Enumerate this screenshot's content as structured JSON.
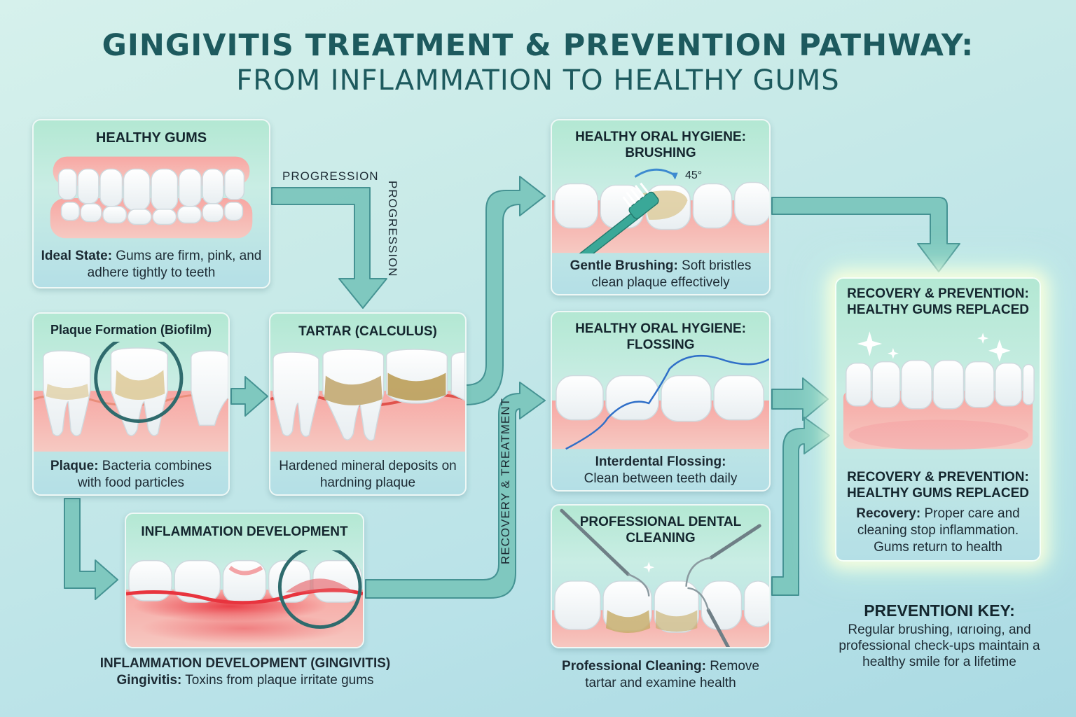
{
  "title": {
    "line1": "GINGIVITIS TREATMENT & PREVENTION PATHWAY:",
    "line2": "FROM INFLAMMATION TO HEALTHY GUMS"
  },
  "colors": {
    "arrow": "#63b5b0",
    "arrow_outline": "#3f8f8f",
    "gum": "#f08c8c",
    "tooth": "#ffffff",
    "plaque": "#d9c38a",
    "inflamed": "#e8343e",
    "title": "#1d5a5e"
  },
  "arrow_labels": {
    "progression_horizontal": "PROGRESSION",
    "progression_vertical": "PROGRESSION",
    "recovery_treatment": "RECOVERY & TREATMENT"
  },
  "cards": {
    "healthy_gums": {
      "title": "HEALTHY GUMS",
      "text_bold": "Ideal State:",
      "text_rest": " Gums are firm, pink, and adhere tightly to teeth"
    },
    "plaque": {
      "title": "Plaque Formation (Biofilm)",
      "text_bold": "Plaque:",
      "text_rest": " Bacteria combines with food particles"
    },
    "tartar": {
      "title": "TARTAR (CALCULUS)",
      "text": "Hardened mineral deposits on hardning plaque"
    },
    "inflammation": {
      "title": "INFLAMMATION DEVELOPMENT",
      "caption_title": "INFLAMMATION DEVELOPMENT (GINGIVITIS)",
      "caption_bold": "Gingivitis:",
      "caption_rest": " Toxins from plaque irritate gums"
    },
    "brushing": {
      "title": "HEALTHY ORAL HYGIENE: BRUSHING",
      "angle": "45°",
      "text_bold": "Gentle Brushing:",
      "text_rest": " Soft bristles clean plaque effectively"
    },
    "flossing": {
      "title": "HEALTHY ORAL HYGIENE: FLOSSING",
      "text_bold": "Interdental Flossing:",
      "text_rest": "Clean between teeth daily"
    },
    "professional": {
      "title": "PROFESSIONAL DENTAL CLEANING",
      "caption_bold": "Professional Cleaning:",
      "caption_rest": " Remove tartar and examine health"
    },
    "recovery": {
      "title": "RECOVERY & PREVENTION: HEALTHY GUMS REPLACED",
      "subtitle": "RECOVERY & PREVENTION: HEALTHY GUMS REPLACED",
      "text_bold": "Recovery:",
      "text_rest": " Proper care and cleaning stop inflammation. Gums return to health"
    }
  },
  "prevention_key": {
    "title": "PREVENTIONI KEY:",
    "text": "Regular brushing, ıαrıoing, and professional check-ups maintain a healthy smile for a lifetime"
  }
}
